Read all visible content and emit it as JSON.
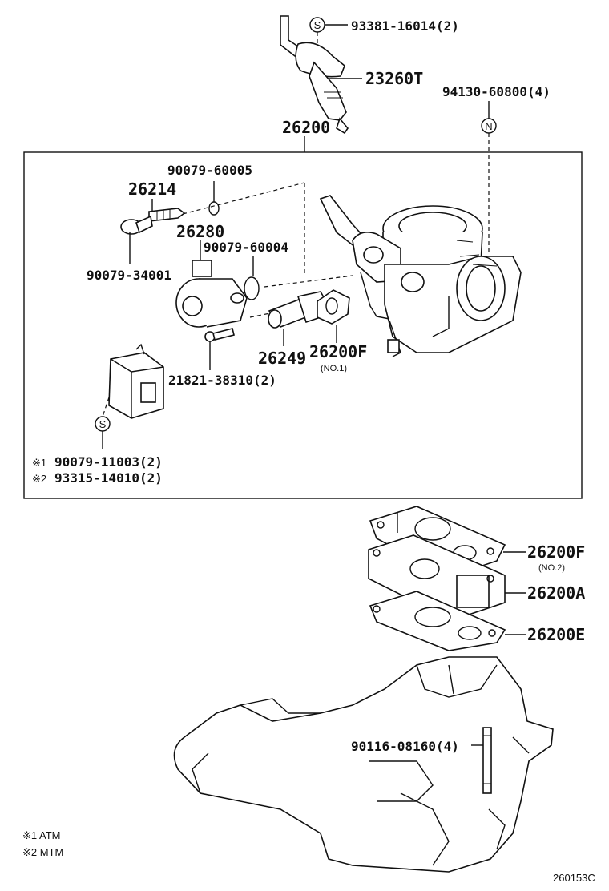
{
  "callouts": {
    "p93381": "93381-16014(2)",
    "p23260T": "23260T",
    "p94130": "94130-60800(4)",
    "p26200": "26200",
    "p90079_60005": "90079-60005",
    "p26214": "26214",
    "p26280": "26280",
    "p90079_60004": "90079-60004",
    "p90079_34001": "90079-34001",
    "p26249": "26249",
    "p26200F_1": "26200F",
    "p26200F_1_sub": "(NO.1)",
    "p21821": "21821-38310(2)",
    "p90079_11003": "90079-11003(2)",
    "p93315": "93315-14010(2)",
    "p26200F_2": "26200F",
    "p26200F_2_sub": "(NO.2)",
    "p26200A": "26200A",
    "p26200E": "26200E",
    "p90116": "90116-08160(4)"
  },
  "markers": {
    "s_top": "S",
    "n_right": "N",
    "s_left": "S",
    "ref1": "※1",
    "ref2": "※2"
  },
  "legend": {
    "atm": "※1 ATM",
    "mtm": "※2 MTM"
  },
  "figure_id": "260153C"
}
